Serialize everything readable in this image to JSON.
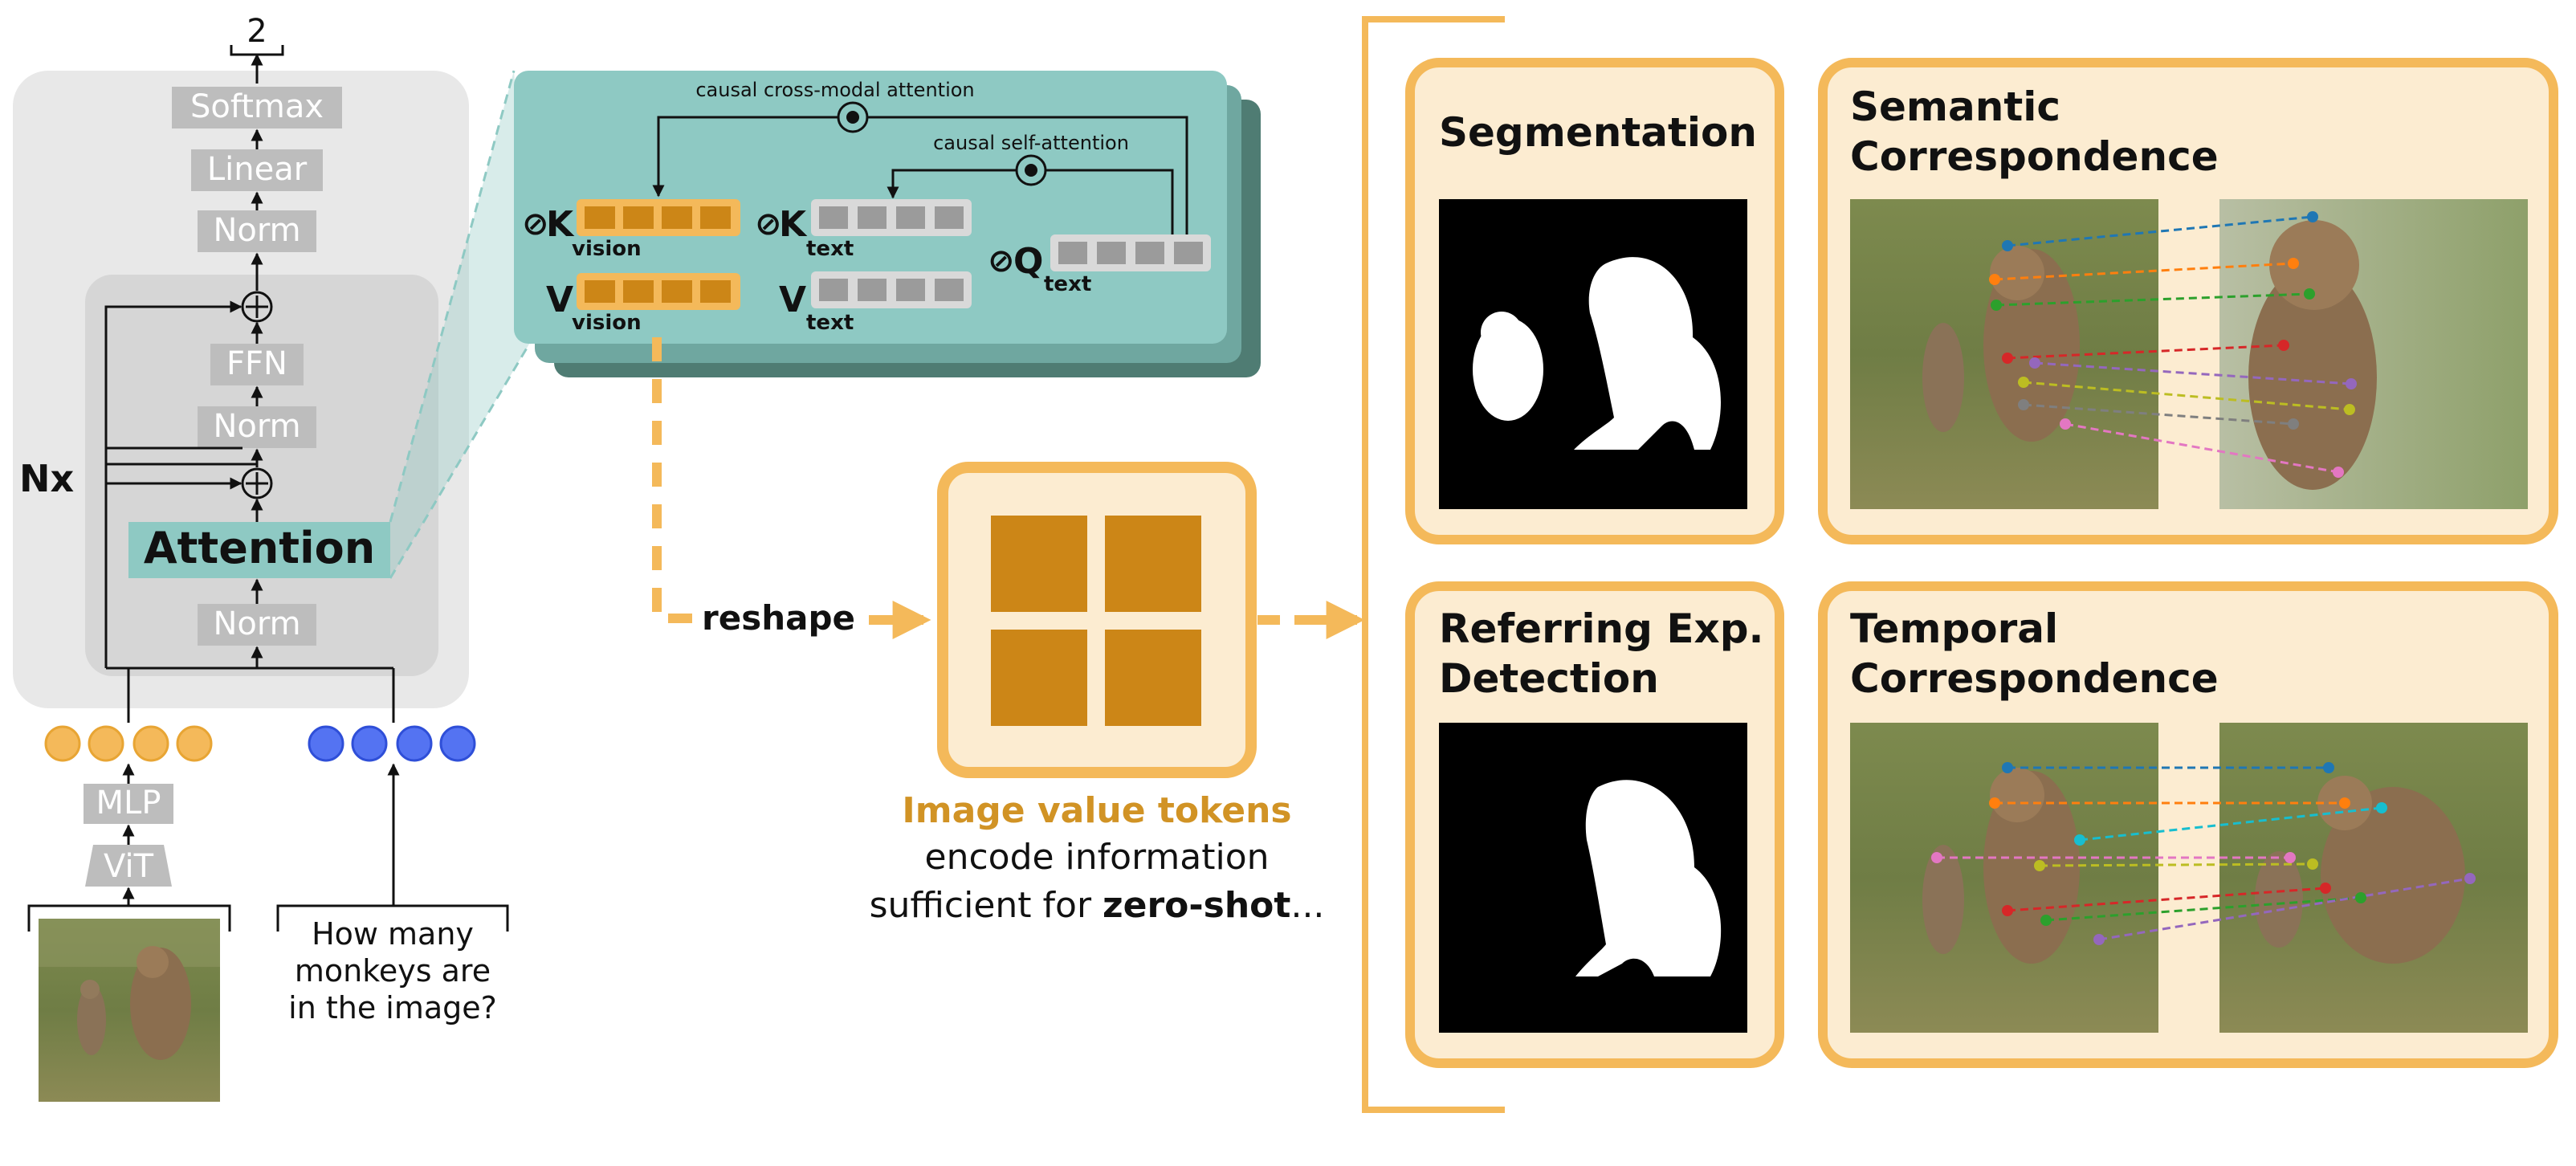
{
  "transformer": {
    "output_label": "2",
    "softmax_label": "Softmax",
    "linear_label": "Linear",
    "norm_top_label": "Norm",
    "ffn_label": "FFN",
    "norm_mid_label": "Norm",
    "attention_label": "Attention",
    "norm_bottom_label": "Norm",
    "repeat_label": "Nx",
    "mlp_label": "MLP",
    "vit_label": "ViT",
    "question_line1": "How many",
    "question_line2": "monkeys are",
    "question_line3": "in the image?"
  },
  "attention_detail": {
    "cross_label": "causal cross-modal attention",
    "self_label": "causal self-attention",
    "k_vision": "K",
    "k_vision_sub": "vision",
    "v_vision": "V",
    "v_vision_sub": "vision",
    "k_text": "K",
    "k_text_sub": "text",
    "v_text": "V",
    "v_text_sub": "text",
    "q_text": "Q",
    "q_text_sub": "text"
  },
  "flow": {
    "reshape_label": "reshape",
    "caption_highlight": "Image value tokens",
    "caption_line2": "encode information",
    "caption_line3_prefix": "sufficient for ",
    "caption_line3_bold": "zero-shot",
    "caption_line3_suffix": "..."
  },
  "tasks": {
    "segmentation": "Segmentation",
    "semantic_line1": "Semantic",
    "semantic_line2": "Correspondence",
    "referring_line1": "Referring Exp.",
    "referring_line2": "Detection",
    "temporal_line1": "Temporal",
    "temporal_line2": "Correspondence"
  },
  "colors": {
    "orange_accent": "#f4b95a",
    "value_token_brown": "#cc8617",
    "teal": "#8ec9c3",
    "card_fill": "#fcecd1",
    "text_token_blue": "#5473f2",
    "caption_gold": "#d19325"
  }
}
